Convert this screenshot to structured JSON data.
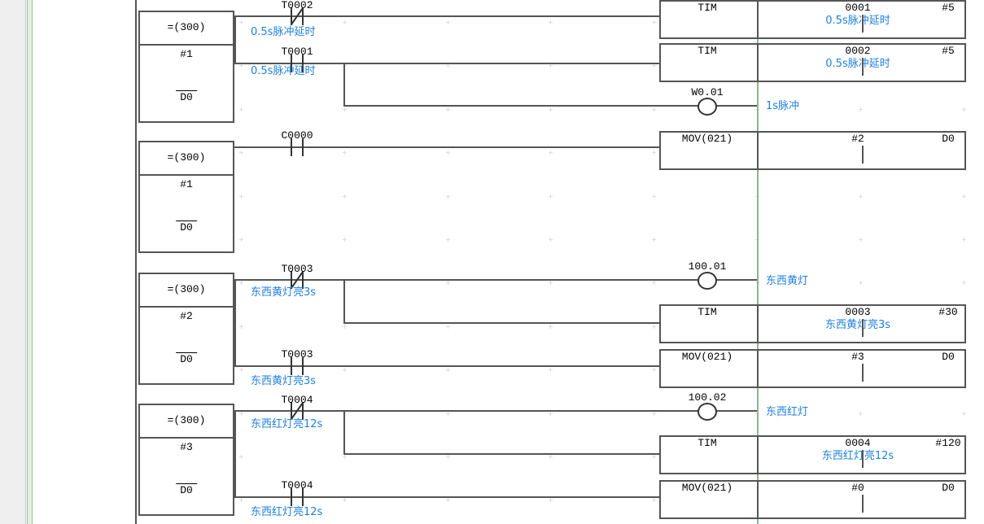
{
  "app": {
    "title": "PLC Ladder Diagram Editor",
    "accent_blue": "#1f7fe0",
    "wire_color": "#555555",
    "section_divider_color": "#8cb58c",
    "gutter_color": "#efefef"
  },
  "rungs": [
    {
      "id": "rung-1",
      "compare": {
        "op": "=(300)",
        "operand1": "#1",
        "operand2": "D0"
      },
      "branches": [
        {
          "contacts": [
            {
              "name": "T0002",
              "type": "nc",
              "comment": "0.5s脉冲延时"
            }
          ],
          "output": {
            "kind": "block",
            "instr": "TIM",
            "operand1": "0001",
            "operand1_comment": "0.5s脉冲延时",
            "operand2": "#5"
          }
        },
        {
          "contacts": [
            {
              "name": "T0001",
              "type": "no",
              "comment": "0.5s脉冲延时"
            }
          ],
          "output": {
            "kind": "block",
            "instr": "TIM",
            "operand1": "0002",
            "operand1_comment": "0.5s脉冲延时",
            "operand2": "#5"
          }
        },
        {
          "contacts": [],
          "output": {
            "kind": "coil",
            "name": "W0.01",
            "comment": "1s脉冲"
          }
        }
      ]
    },
    {
      "id": "rung-2",
      "compare": {
        "op": "=(300)",
        "operand1": "#1",
        "operand2": "D0"
      },
      "branches": [
        {
          "contacts": [
            {
              "name": "C0000",
              "type": "no",
              "comment": ""
            }
          ],
          "output": {
            "kind": "block",
            "instr": "MOV(021)",
            "operand1": "#2",
            "operand1_comment": "",
            "operand2": "D0"
          }
        }
      ]
    },
    {
      "id": "rung-3",
      "compare": {
        "op": "=(300)",
        "operand1": "#2",
        "operand2": "D0"
      },
      "branches": [
        {
          "contacts": [
            {
              "name": "T0003",
              "type": "nc",
              "comment": "东西黄灯亮3s"
            }
          ],
          "output": {
            "kind": "coil",
            "name": "100.01",
            "comment": "东西黄灯"
          }
        },
        {
          "contacts": [],
          "output": {
            "kind": "block",
            "instr": "TIM",
            "operand1": "0003",
            "operand1_comment": "东西黄灯亮3s",
            "operand2": "#30"
          }
        },
        {
          "contacts": [
            {
              "name": "T0003",
              "type": "no",
              "comment": "东西黄灯亮3s"
            }
          ],
          "output": {
            "kind": "block",
            "instr": "MOV(021)",
            "operand1": "#3",
            "operand1_comment": "",
            "operand2": "D0"
          }
        }
      ]
    },
    {
      "id": "rung-4",
      "compare": {
        "op": "=(300)",
        "operand1": "#3",
        "operand2": "D0"
      },
      "branches": [
        {
          "contacts": [
            {
              "name": "T0004",
              "type": "nc",
              "comment": "东西红灯亮12s"
            }
          ],
          "output": {
            "kind": "coil",
            "name": "100.02",
            "comment": "东西红灯"
          }
        },
        {
          "contacts": [],
          "output": {
            "kind": "block",
            "instr": "TIM",
            "operand1": "0004",
            "operand1_comment": "东西红灯亮12s",
            "operand2": "#120"
          }
        },
        {
          "contacts": [
            {
              "name": "T0004",
              "type": "no",
              "comment": "东西红灯亮12s"
            }
          ],
          "output": {
            "kind": "block",
            "instr": "MOV(021)",
            "operand1": "#0",
            "operand1_comment": "",
            "operand2": "D0"
          }
        }
      ]
    }
  ]
}
